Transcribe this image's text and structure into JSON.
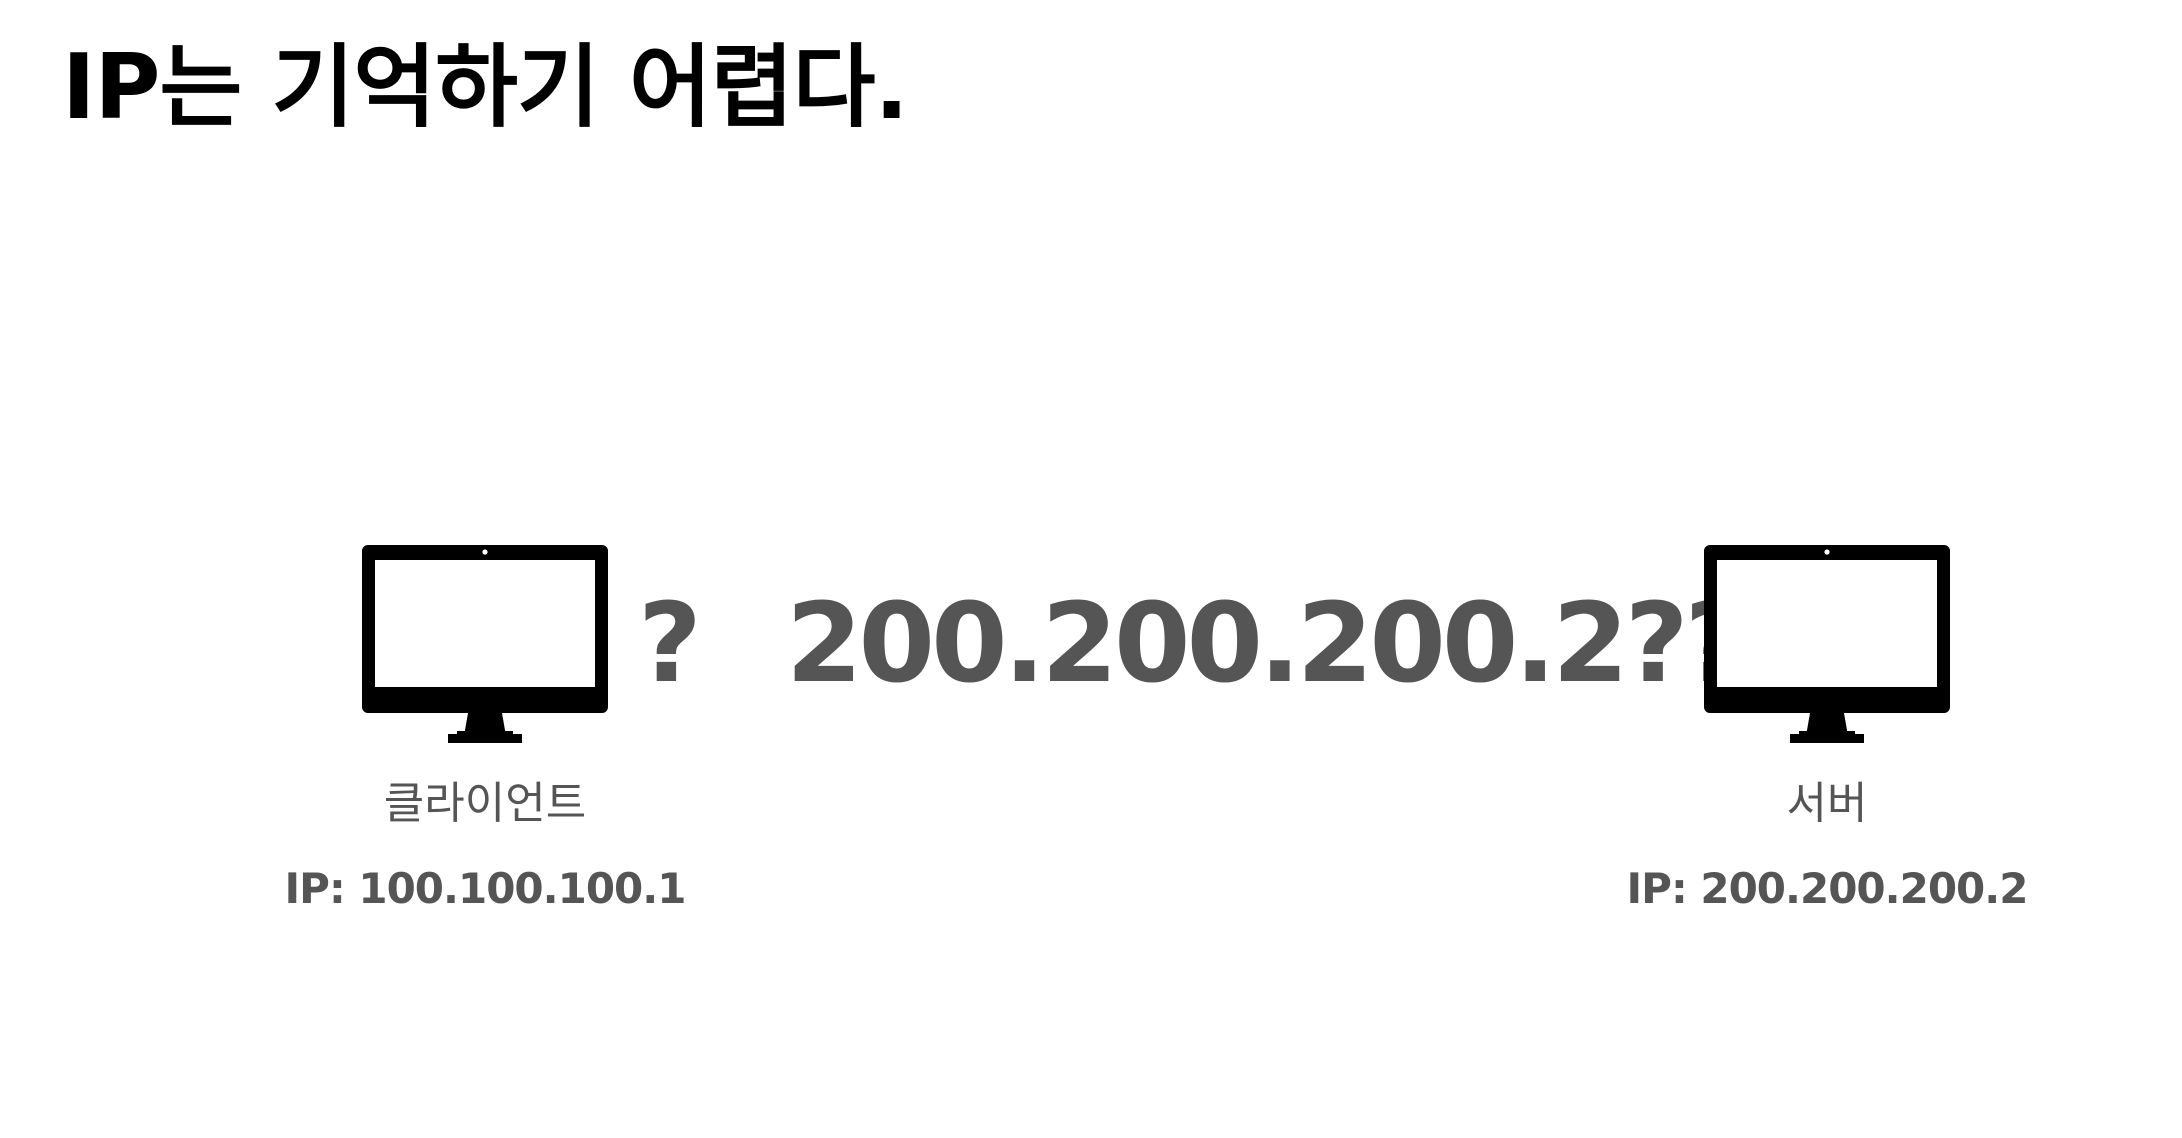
{
  "title": "IP는 기억하기 어렵다.",
  "client": {
    "icon": "monitor-icon",
    "label": "클라이언트",
    "ip_text": "IP: 100.100.100.1"
  },
  "server": {
    "icon": "monitor-icon",
    "label": "서버",
    "ip_text": "IP: 200.200.200.2"
  },
  "question": "?",
  "guessed_ip": "200.200.200.2???",
  "colors": {
    "title": "#000000",
    "text": "#555555",
    "monitor": "#000000",
    "background": "#ffffff"
  }
}
